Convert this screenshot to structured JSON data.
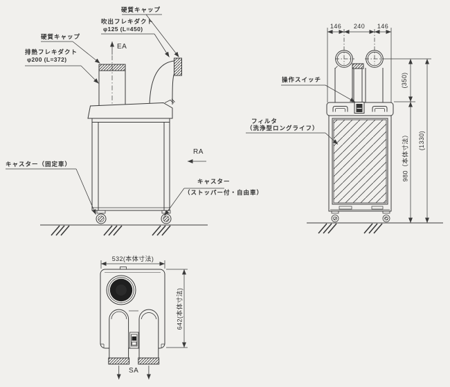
{
  "front": {
    "cap_top": "硬質キャップ",
    "cap_left": "硬質キャップ",
    "outlet_duct": "吹出フレキダクト",
    "outlet_duct_spec": "φ125 (L=450)",
    "exhaust_duct": "排熱フレキダクト",
    "exhaust_duct_spec": "φ200 (L=372)",
    "caster_fixed": "キャスター（固定車）",
    "caster_free_1": "キャスター",
    "caster_free_2": "（ストッパー付・自由車）",
    "ea": "EA",
    "ra": "RA"
  },
  "side": {
    "switch": "操作スイッチ",
    "filter_1": "フィルタ",
    "filter_2": "（洗浄型ロングライフ）",
    "dim_left": "146",
    "dim_center": "240",
    "dim_right": "146",
    "dim_duct_height": "(350)",
    "dim_body_height": "980（本体寸法）",
    "dim_total_height": "(1330)"
  },
  "plan": {
    "sa": "SA",
    "dim_width": "532(本体寸法)",
    "dim_depth": "642(本体寸法)"
  },
  "colors": {
    "background": "#f1f0ed",
    "line": "#3a3a3a",
    "text": "#2f2f2f",
    "fan_fill": "#1f1f1f"
  }
}
